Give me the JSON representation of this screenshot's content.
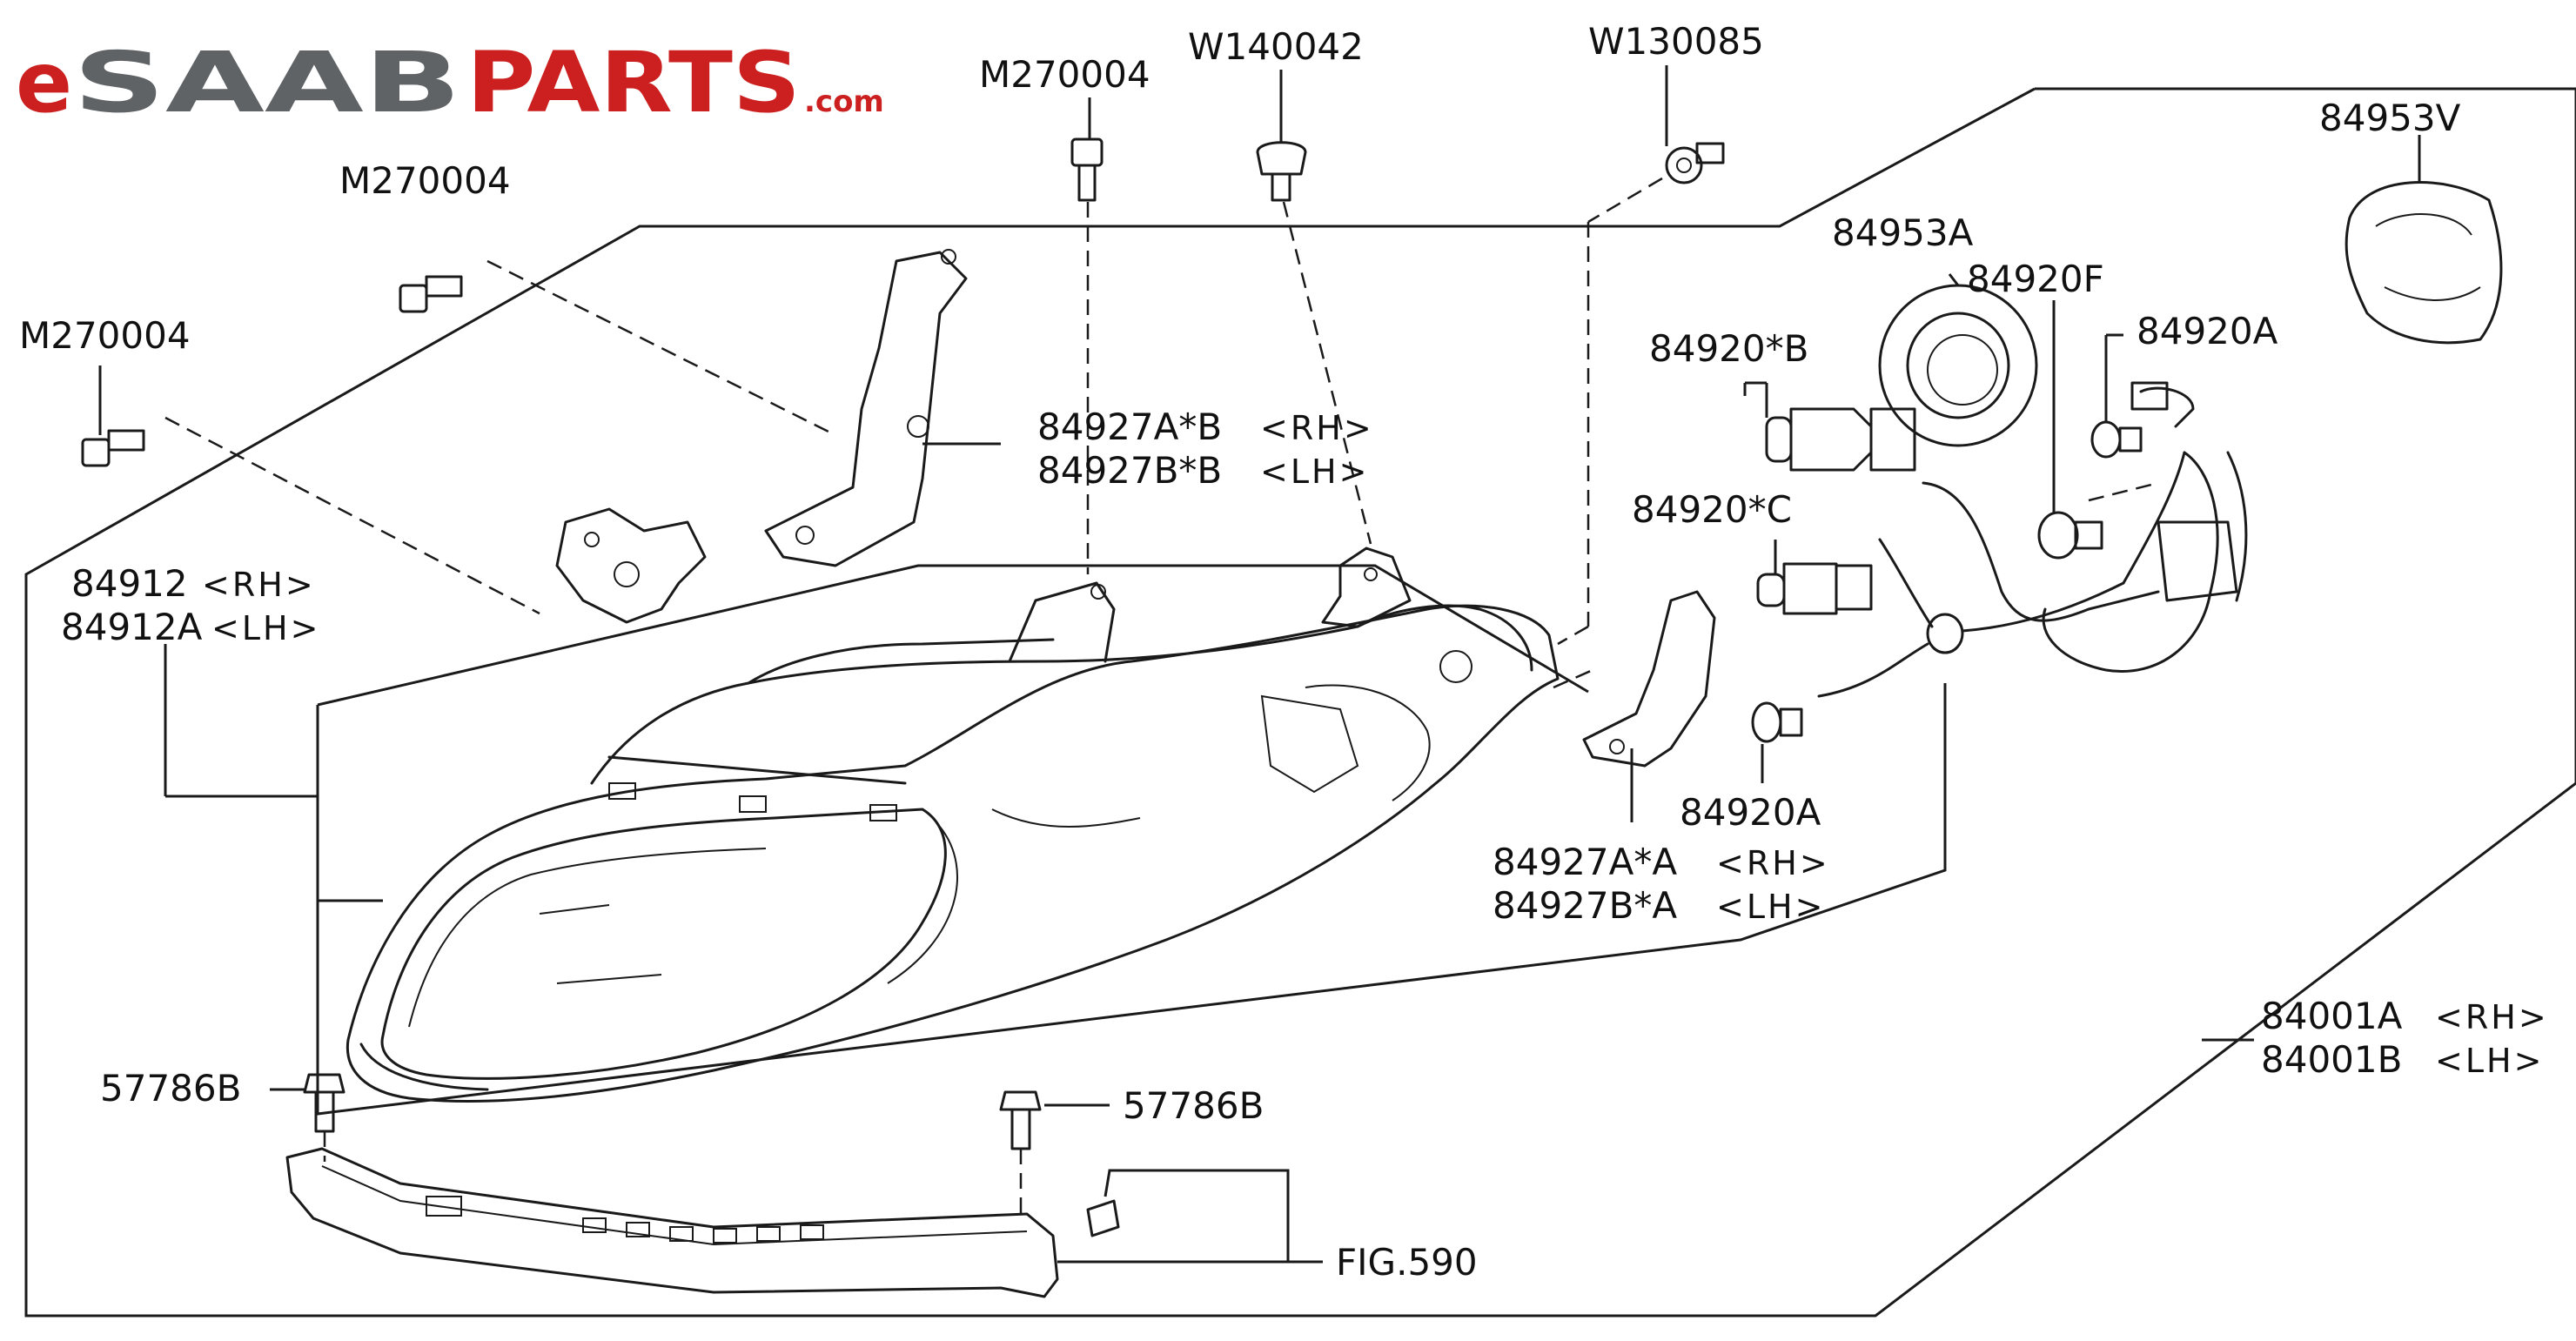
{
  "logo": {
    "e": "e",
    "saab": "SAAB",
    "parts": "PARTS",
    "dotcom": ".com",
    "colors": {
      "red": "#cc1f1f",
      "grey": "#5f6366"
    }
  },
  "labels": {
    "m270004_top": "M270004",
    "w140042": "W140042",
    "w130085": "W130085",
    "m270004_mid": "M270004",
    "m270004_left": "M270004",
    "p84953v": "84953V",
    "p84953a": "84953A",
    "p84920f": "84920F",
    "p84920b": "84920*B",
    "p84920a_top": "84920A",
    "p84927ab": "84927A*B",
    "p84927bb": "84927B*B",
    "p84920c": "84920*C",
    "p84912": "84912",
    "p84912a": "84912A",
    "p84920a_bot": "84920A",
    "p84927aa": "84927A*A",
    "p84927ba": "84927B*A",
    "p84001a": "84001A",
    "p84001b": "84001B",
    "p57786b_left": "57786B",
    "p57786b_right": "57786B",
    "fig590": "FIG.590"
  },
  "sides": {
    "rh": "<RH>",
    "lh": "<LH>"
  }
}
